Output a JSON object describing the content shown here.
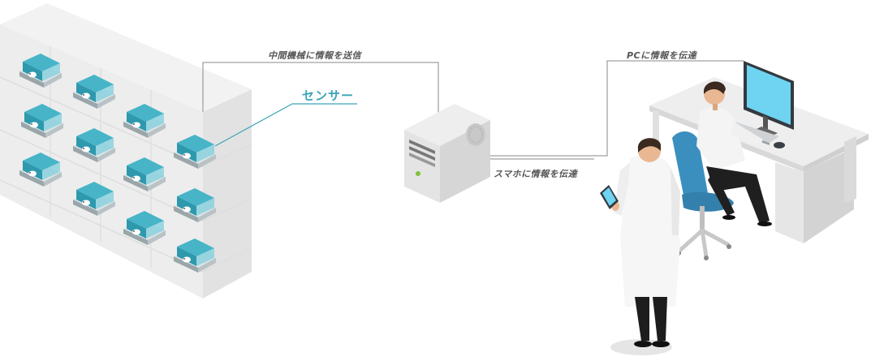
{
  "labels": {
    "to_intermediate": "中間機械に情報を送信",
    "sensor": "センサー",
    "to_phone": "スマホに情報を伝達",
    "to_pc": "PCに情報を伝達"
  },
  "colors": {
    "sensor_accent": "#3aa4b6",
    "cage_teal": "#2e98ad",
    "monitor_screen": "#6fd3f2",
    "chair_blue": "#3a8fbf",
    "line_gray": "#8a8a8a"
  }
}
